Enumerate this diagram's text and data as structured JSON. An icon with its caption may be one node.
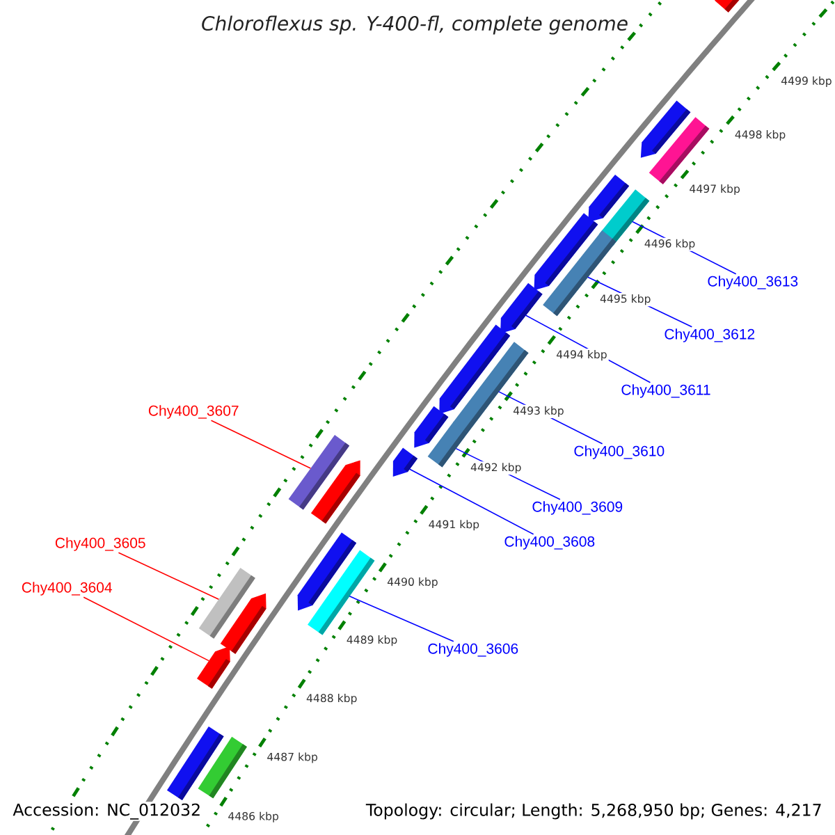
{
  "diagram": {
    "title": "Chloroflexus sp. Y-400-fl, complete genome",
    "nodes": [
      {
        "text": [],
        "shape": "bar"
      },
      {
        "text": [],
        "shape": "arrow"
      },
      {
        "text": [],
        "shape": "bar"
      },
      {
        "text": [],
        "shape": "arrow"
      },
      {
        "text": [],
        "shape": "bar"
      },
      {
        "text": [],
        "shape": "arrow"
      },
      {
        "text": [],
        "shape": "bar"
      },
      {
        "text": [],
        "shape": "arrow"
      },
      {
        "text": [],
        "shape": "arrow"
      },
      {
        "text": [],
        "shape": "bar"
      },
      {
        "text": [],
        "shape": "bar"
      },
      {
        "text": [],
        "shape": "arrow"
      },
      {
        "text": [],
        "shape": "bar"
      },
      {
        "text": [],
        "shape": "arrow"
      },
      {
        "text": [],
        "shape": "arrow"
      },
      {
        "text": [],
        "shape": "arrow"
      },
      {
        "text": [],
        "shape": "bar"
      },
      {
        "text": [],
        "shape": "bar"
      },
      {
        "text": [],
        "shape": "arrow"
      },
      {
        "text": [],
        "shape": "arrow"
      },
      {
        "text": [],
        "shape": "bar"
      },
      {
        "text": [],
        "shape": "bar"
      },
      {
        "text": [
          "Chy400_3613"
        ]
      },
      {
        "text": [
          "Chy400_3612"
        ]
      },
      {
        "text": [
          "Chy400_3611"
        ]
      },
      {
        "text": [
          "Chy400_3607"
        ]
      },
      {
        "text": [
          "Chy400_3610"
        ]
      },
      {
        "text": [
          "Chy400_3609"
        ]
      },
      {
        "text": [
          "Chy400_3608"
        ]
      },
      {
        "text": [
          "Chy400_3605"
        ]
      },
      {
        "text": [
          "Chy400_3604"
        ]
      },
      {
        "text": [
          "Chy400_3606"
        ]
      }
    ],
    "edges": [
      {
        "from": 22,
        "to": 4,
        "arrow": "none"
      },
      {
        "from": 23,
        "to": 6,
        "arrow": "none"
      },
      {
        "from": 24,
        "to": 7,
        "arrow": "none"
      },
      {
        "from": 25,
        "to": 10,
        "arrow": "none",
        "color": "#ff0000"
      },
      {
        "from": 26,
        "to": 9,
        "arrow": "none"
      },
      {
        "from": 27,
        "to": 12,
        "arrow": "none"
      },
      {
        "from": 28,
        "to": 14,
        "arrow": "none"
      },
      {
        "from": 29,
        "to": 17,
        "arrow": "none",
        "color": "#ff0000"
      },
      {
        "from": 30,
        "to": 19,
        "arrow": "none",
        "color": "#ff0000"
      },
      {
        "from": 31,
        "to": 16,
        "arrow": "none"
      }
    ],
    "labels": [
      "4499 kbp",
      "4498 kbp",
      "4497 kbp",
      "4496 kbp",
      "4495 kbp",
      "4494 kbp",
      "4493 kbp",
      "4492 kbp",
      "4491 kbp",
      "4490 kbp",
      "4489 kbp",
      "4488 kbp",
      "4487 kbp",
      "4486 kbp",
      "Accession: NC_012032",
      "Topology: circular; Length: 5,268,950 bp; Genes: 4,217"
    ]
  }
}
